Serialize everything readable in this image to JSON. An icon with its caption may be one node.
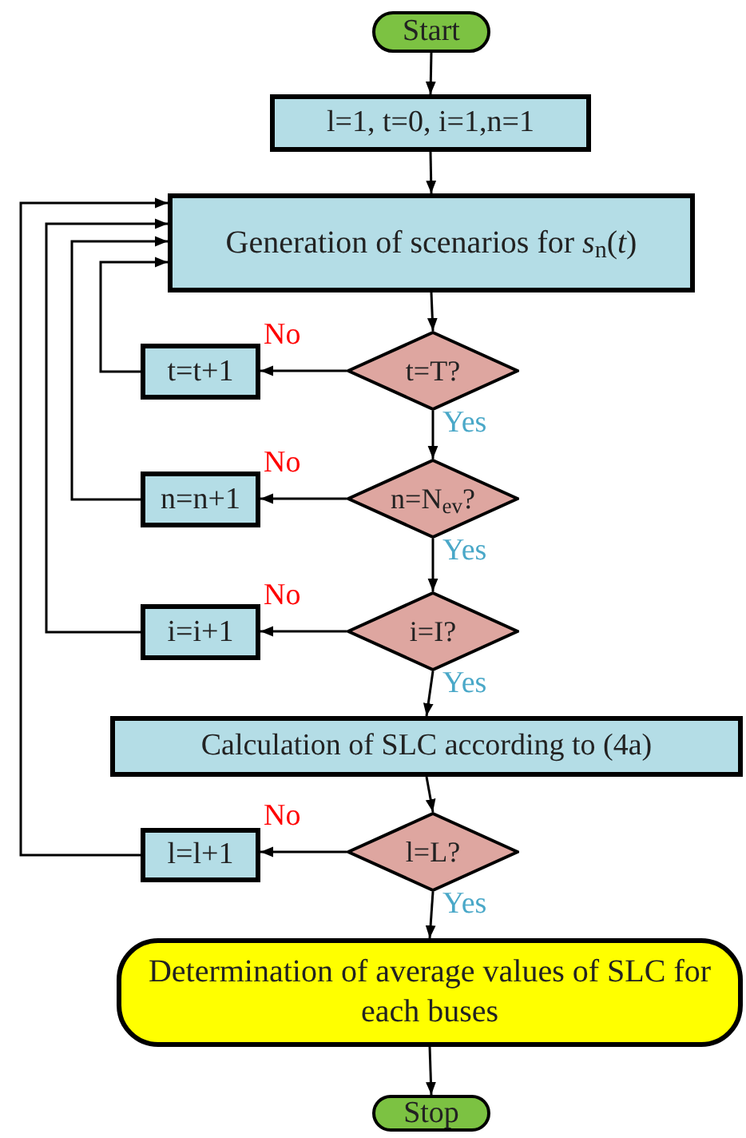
{
  "diagram": {
    "nodes": [
      {
        "text": [
          "Start"
        ]
      },
      {
        "text": [
          "l=1, t=0, i=1,n=1"
        ]
      },
      {
        "text": [
          "Generation of scenarios for *s*$_{n}$(*t*)"
        ]
      },
      {
        "text": [
          "t=T?"
        ]
      },
      {
        "text": [
          "t=t+1"
        ]
      },
      {
        "text": [
          "n=N$_{ev}$?"
        ]
      },
      {
        "text": [
          "n=n+1"
        ]
      },
      {
        "text": [
          "i=I?"
        ]
      },
      {
        "text": [
          "i=i+1"
        ]
      },
      {
        "text": [
          "Calculation of SLC according to (4a)"
        ]
      },
      {
        "text": [
          "l=L?"
        ]
      },
      {
        "text": [
          "l=l+1"
        ]
      },
      {
        "text": [
          "Determination of average values of SLC for each buses"
        ]
      },
      {
        "text": [
          "Stop"
        ]
      }
    ],
    "edges": [
      {
        "from": 0,
        "to": 1,
        "arrow": "to"
      },
      {
        "from": 1,
        "to": 2,
        "arrow": "to"
      },
      {
        "from": 2,
        "to": 3,
        "arrow": "to"
      },
      {
        "from": 3,
        "to": 4,
        "arrow": "to",
        "label": "No"
      },
      {
        "from": 4,
        "to": 2,
        "arrow": "to"
      },
      {
        "from": 3,
        "to": 5,
        "arrow": "to",
        "label": "Yes"
      },
      {
        "from": 5,
        "to": 6,
        "arrow": "to",
        "label": "No"
      },
      {
        "from": 6,
        "to": 2,
        "arrow": "to"
      },
      {
        "from": 5,
        "to": 7,
        "arrow": "to",
        "label": "Yes"
      },
      {
        "from": 7,
        "to": 8,
        "arrow": "to",
        "label": "No"
      },
      {
        "from": 8,
        "to": 2,
        "arrow": "to"
      },
      {
        "from": 7,
        "to": 9,
        "arrow": "to",
        "label": "Yes"
      },
      {
        "from": 9,
        "to": 10,
        "arrow": "to"
      },
      {
        "from": 10,
        "to": 11,
        "arrow": "to",
        "label": "No"
      },
      {
        "from": 11,
        "to": 2,
        "arrow": "to"
      },
      {
        "from": 10,
        "to": 12,
        "arrow": "to",
        "label": "Yes"
      },
      {
        "from": 12,
        "to": 13,
        "arrow": "to"
      }
    ]
  }
}
